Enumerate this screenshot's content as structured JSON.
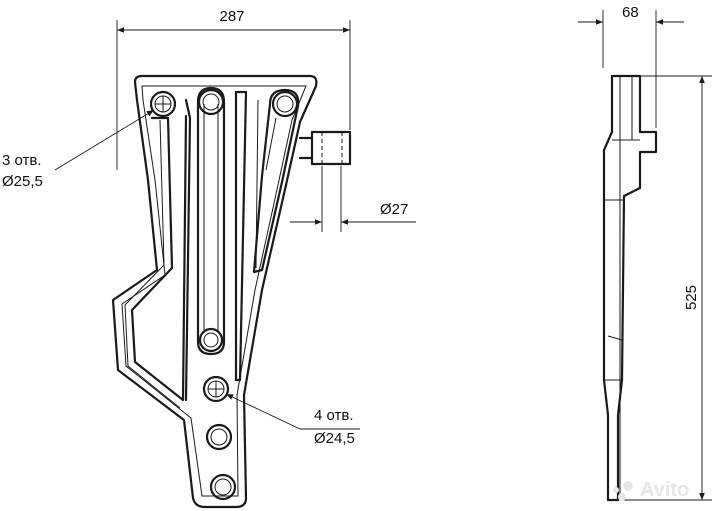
{
  "drawing": {
    "front_view": {
      "width_dim": "287",
      "pin_diameter_dim": "Ø27",
      "callout_top_count": "3 отв.",
      "callout_top_diameter": "Ø25,5",
      "callout_bottom_count": "4 отв.",
      "callout_bottom_diameter": "Ø24,5"
    },
    "side_view": {
      "thickness_dim": "68",
      "height_dim": "525"
    },
    "watermark": "Avito"
  }
}
